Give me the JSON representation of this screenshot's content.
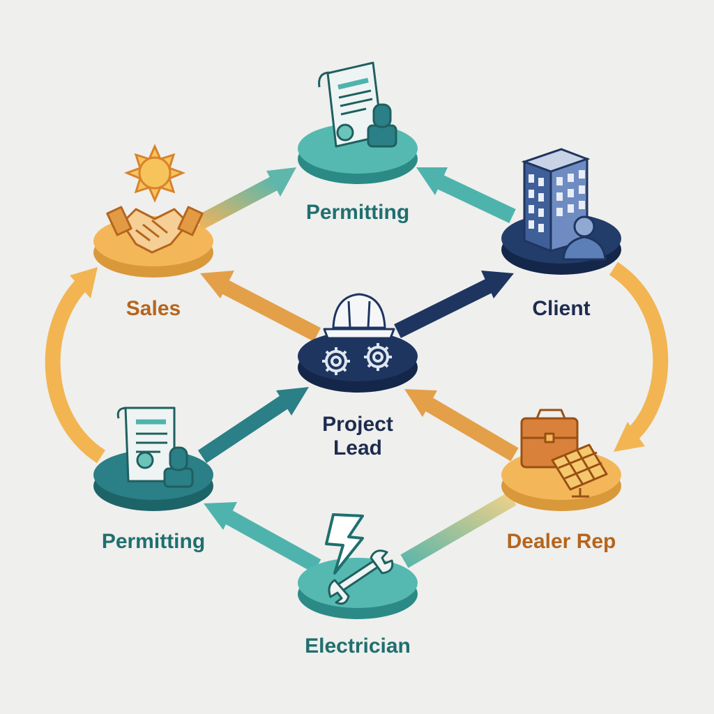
{
  "colors": {
    "background": "#efefed",
    "teal": "#4fb3ad",
    "teal_dark": "#2b7f86",
    "navy": "#1e3560",
    "orange": "#f2b552",
    "orange_label": "#b5651d",
    "teal_label": "#1f6f6f",
    "navy_label": "#1e2c4f"
  },
  "nodes": {
    "permitting_top": {
      "label": "Permitting",
      "icon": "permit-document-stamp-icon"
    },
    "sales": {
      "label": "Sales",
      "icon": "sun-handshake-icon"
    },
    "client": {
      "label": "Client",
      "icon": "office-building-person-icon"
    },
    "project_lead": {
      "label_line1": "Project",
      "label_line2": "Lead",
      "icon": "hardhat-gears-icon"
    },
    "permitting_left": {
      "label": "Permitting",
      "icon": "permit-document-stamp-icon"
    },
    "dealer_rep": {
      "label": "Dealer Rep",
      "icon": "briefcase-solar-panel-icon"
    },
    "electrician": {
      "label": "Electrician",
      "icon": "lightning-wrench-icon"
    }
  },
  "connections": [
    {
      "from": "Sales",
      "to": "Permitting",
      "color": "gradient-orange-teal"
    },
    {
      "from": "Client",
      "to": "Permitting",
      "color": "teal"
    },
    {
      "from": "Project Lead",
      "to": "Sales",
      "color": "orange"
    },
    {
      "from": "Project Lead",
      "to": "Client",
      "color": "navy"
    },
    {
      "from": "Permitting",
      "to": "Sales",
      "color": "orange"
    },
    {
      "from": "Client",
      "to": "Dealer Rep",
      "color": "orange"
    },
    {
      "from": "Permitting",
      "to": "Project Lead",
      "color": "teal-dark"
    },
    {
      "from": "Dealer Rep",
      "to": "Project Lead",
      "color": "orange"
    },
    {
      "from": "Electrician",
      "to": "Permitting",
      "color": "teal"
    },
    {
      "from": "Dealer Rep",
      "to": "Electrician",
      "color": "gradient-orange-teal"
    }
  ]
}
